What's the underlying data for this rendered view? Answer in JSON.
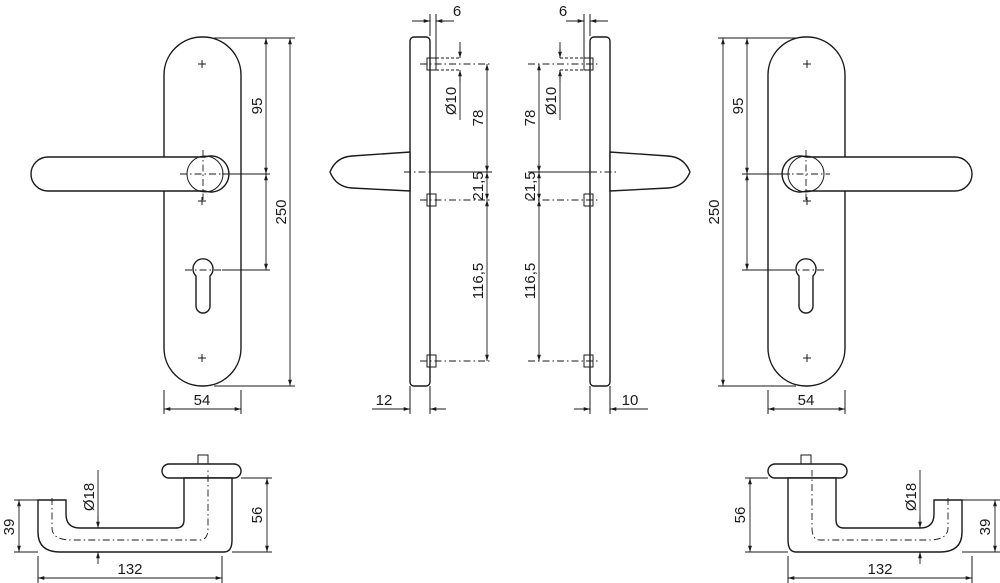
{
  "dimensions": {
    "front_left": {
      "upper_height": "95",
      "total_height": "250",
      "width": "54"
    },
    "side_left": {
      "screw_offset": "6",
      "screw_diameter": "Ø10",
      "upper_spacing": "78",
      "mid_spacing": "21,5",
      "lower_spacing": "116,5",
      "plate_thickness": "12"
    },
    "side_right": {
      "screw_offset": "6",
      "screw_diameter": "Ø10",
      "upper_spacing": "78",
      "mid_spacing": "21,5",
      "lower_spacing": "116,5",
      "plate_thickness": "10"
    },
    "front_right": {
      "upper_height": "95",
      "total_height": "250",
      "width": "54"
    },
    "top_left": {
      "rose_height": "39",
      "tube_diameter": "Ø18",
      "handle_projection": "56",
      "handle_length": "132"
    },
    "top_right": {
      "rose_height": "39",
      "tube_diameter": "Ø18",
      "handle_projection": "56",
      "handle_length": "132"
    }
  }
}
